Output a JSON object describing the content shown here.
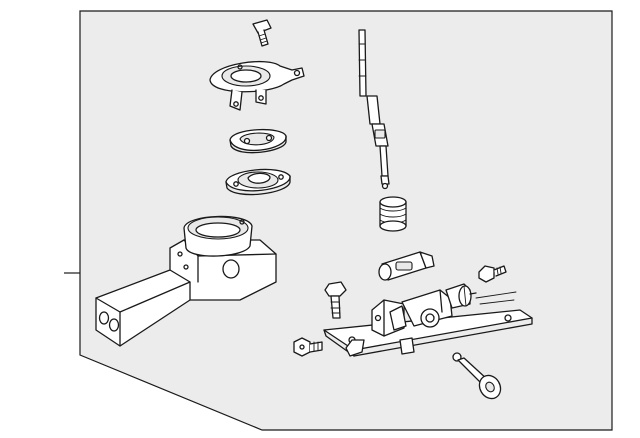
{
  "diagram": {
    "type": "exploded-parts-view",
    "background_panel_color": "#ececec",
    "line_color": "#1a1a1a",
    "parts": [
      "top-bolt",
      "mounting-bracket",
      "small-plate",
      "lower-seal",
      "console-housing",
      "shift-rod",
      "spring",
      "bushing",
      "right-bolt",
      "center-bolt",
      "base-plate-assembly",
      "bottom-bolt",
      "pin-rod"
    ]
  }
}
